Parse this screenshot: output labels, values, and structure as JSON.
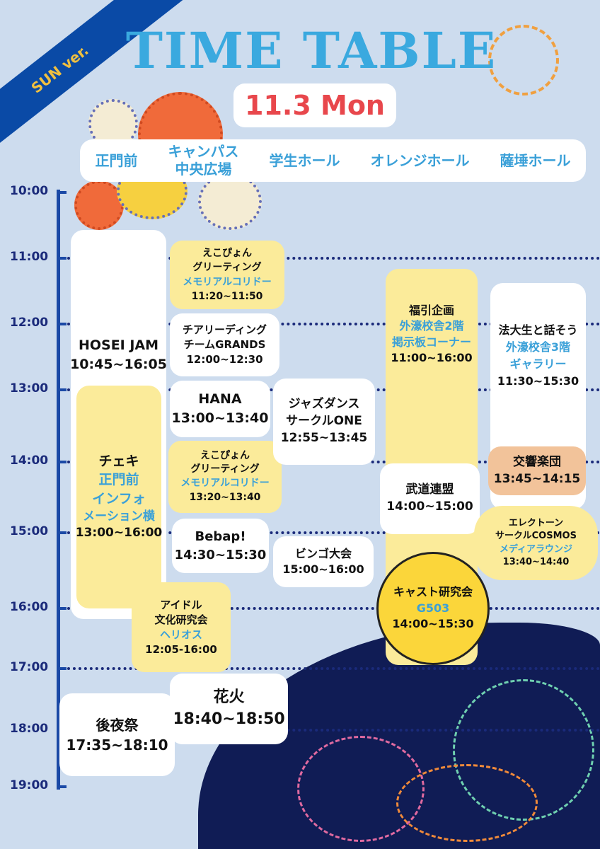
{
  "banner": "SUN ver.",
  "title": "TIME TABLE",
  "date": "11.3 Mon",
  "venues": [
    "正門前",
    "キャンパス\n中央広場",
    "学生ホール",
    "オレンジホール",
    "薩埵ホール"
  ],
  "hours": [
    "10:00",
    "11:00",
    "12:00",
    "13:00",
    "14:00",
    "15:00",
    "16:00",
    "17:00",
    "18:00",
    "19:00"
  ],
  "events": {
    "hosei_jam": {
      "name": "HOSEI JAM",
      "time": "10:45~16:05"
    },
    "cheki": {
      "name": "チェキ",
      "loc1": "正門前",
      "loc2": "インフォ",
      "loc3": "メーション横",
      "time": "13:00~16:00"
    },
    "ekopyon1": {
      "name1": "えこぴょん",
      "name2": "グリーティング",
      "loc": "メモリアルコリドー",
      "time": "11:20~11:50"
    },
    "cheer": {
      "name1": "チアリーディング",
      "name2": "チームGRANDS",
      "time": "12:00~12:30"
    },
    "hana": {
      "name": "HANA",
      "time": "13:00~13:40"
    },
    "ekopyon2": {
      "name1": "えこぴょん",
      "name2": "グリーティング",
      "loc": "メモリアルコリドー",
      "time": "13:20~13:40"
    },
    "bebap": {
      "name": "Bebap!",
      "time": "14:30~15:30"
    },
    "idol": {
      "name1": "アイドル",
      "name2": "文化研究会",
      "loc": "ヘリオス",
      "time": "12:05-16:00"
    },
    "jazz": {
      "name1": "ジャズダンス",
      "name2": "サークルONE",
      "time": "12:55~13:45"
    },
    "bingo": {
      "name": "ビンゴ大会",
      "time": "15:00~16:00"
    },
    "fukubiki": {
      "name": "福引企画",
      "loc1": "外濠校舎2階",
      "loc2": "掲示板コーナー",
      "time": "11:00~16:00"
    },
    "budo": {
      "name": "武道連盟",
      "time": "14:00~15:00"
    },
    "cast": {
      "name": "キャスト研究会",
      "loc": "G503",
      "time": "14:00~15:30"
    },
    "hodai": {
      "name": "法大生と話そう",
      "loc1": "外濠校舎3階",
      "loc2": "ギャラリー",
      "time": "11:30~15:30"
    },
    "kokyo": {
      "name": "交響楽団",
      "time": "13:45~14:15"
    },
    "electone": {
      "name1": "エレクトーン",
      "name2": "サークルCOSMOS",
      "loc": "メディアラウンジ",
      "time": "13:40~14:40"
    },
    "hanabi": {
      "name": "花火",
      "time": "18:40~18:50"
    },
    "koyasai": {
      "name": "後夜祭",
      "time": "17:35~18:10"
    }
  }
}
